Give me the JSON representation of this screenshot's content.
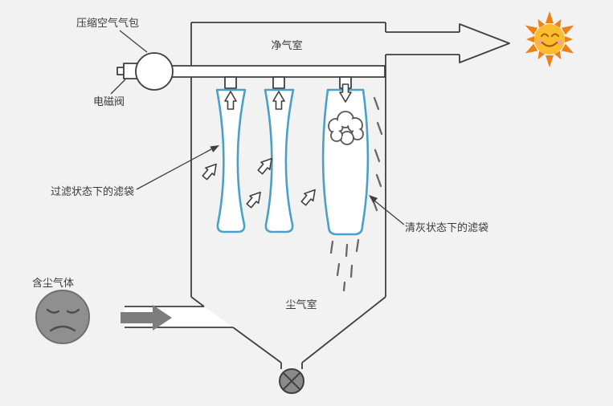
{
  "diagram": {
    "labels": {
      "compressed_air_tank": "压缩空气气包",
      "solenoid_valve": "电磁阀",
      "clean_air_chamber": "净气室",
      "filtering_bags": "过滤状态下的滤袋",
      "cleaning_bags": "清灰状态下的滤袋",
      "dusty_gas": "含尘气体",
      "dust_chamber": "尘气室"
    },
    "colors": {
      "background": "#f2f2f2",
      "line": "#3f3f3f",
      "bag_outline": "#4aa0c8",
      "sun_body": "#fbbd2c",
      "sun_rays": "#ef8018",
      "sun_face": "#a85c00",
      "sun_blush": "#f79f9f",
      "sad_face_fill": "#8f8f8f",
      "sad_face_stroke": "#6f6f6f",
      "flow_arrow": "#7d7d7d",
      "rotary_valve_fill": "#8a8a8a",
      "dust_dash": "#686868"
    },
    "icons": {
      "clean_air_output": "happy-sun-icon",
      "dusty_gas_input": "sad-face-icon",
      "dust_discharge": "rotary-valve-icon"
    }
  }
}
